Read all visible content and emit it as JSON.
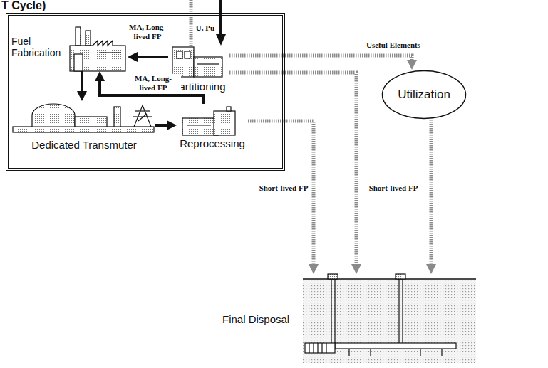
{
  "diagram": {
    "title": "T Cycle)",
    "nodes": [
      {
        "text": []
      },
      {
        "text": [
          "Fuel Fabrication"
        ],
        "in": 0
      },
      {
        "text": [
          "Partitioning"
        ],
        "in": 0
      },
      {
        "text": [
          "Dedicated Transmuter"
        ],
        "in": 0
      },
      {
        "text": [
          "Reprocessing"
        ],
        "in": 0
      },
      {
        "text": [
          "Utilization"
        ]
      },
      {
        "text": [
          "Final Disposal"
        ]
      }
    ],
    "edges": [
      {
        "from": 2,
        "to": 1,
        "label": "MA, Long-lived FP",
        "arrow": "to"
      },
      {
        "from": 4,
        "to": 1,
        "label": "MA, Long-lived FP",
        "arrow": "to"
      },
      {
        "from": 1,
        "to": 3,
        "arrow": "to"
      },
      {
        "from": 3,
        "to": 4,
        "arrow": "to"
      },
      {
        "from": 2,
        "to": 5,
        "label": "Useful Elements",
        "arrow": "to"
      },
      {
        "from": 4,
        "to": 6,
        "label": "Short-lived FP",
        "arrow": "to"
      },
      {
        "from": 2,
        "to": 6,
        "label": "Short-lived FP",
        "arrow": "to"
      },
      {
        "from": 5,
        "to": 6,
        "arrow": "to"
      }
    ],
    "labels": [
      "U, Pu"
    ]
  }
}
